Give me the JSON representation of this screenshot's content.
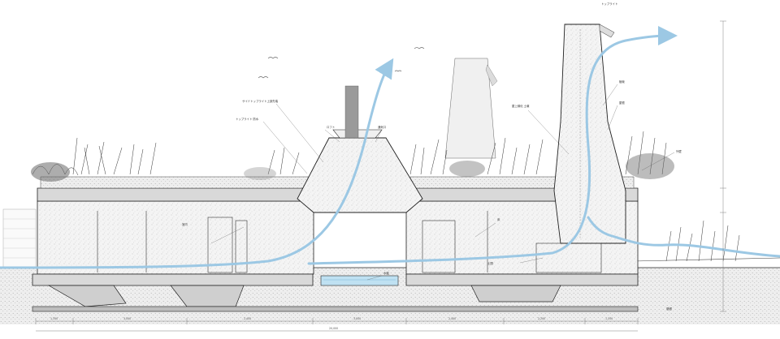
{
  "diagram": {
    "kind": "architectural-section",
    "annotations": {
      "a1": "サイドトップライト上部先端",
      "a2": "トップライト 防水",
      "a3": "ロフト",
      "a4": "通気口",
      "a5": "屋上緑化 土壌",
      "a6": "トップライト",
      "a7": "植栽",
      "a8": "屋根",
      "a9": "外壁",
      "a10": "室内",
      "a11": "床",
      "a12": "水盤",
      "a13": "土間",
      "a14": "基礎"
    },
    "dimensions": {
      "d1": "1,350",
      "d2": "3,000",
      "d3": "2,400",
      "d4": "3,000",
      "d5": "2,400",
      "d6": "2,200",
      "d7": "1,350",
      "total": "20,000"
    },
    "colors": {
      "airflow": "#9cc8e4",
      "line": "#222222",
      "hatch": "#d9d9d9",
      "ground": "#e8e8e8",
      "water": "#bfe1f2",
      "dark_tower": "#9a9a9a"
    }
  }
}
